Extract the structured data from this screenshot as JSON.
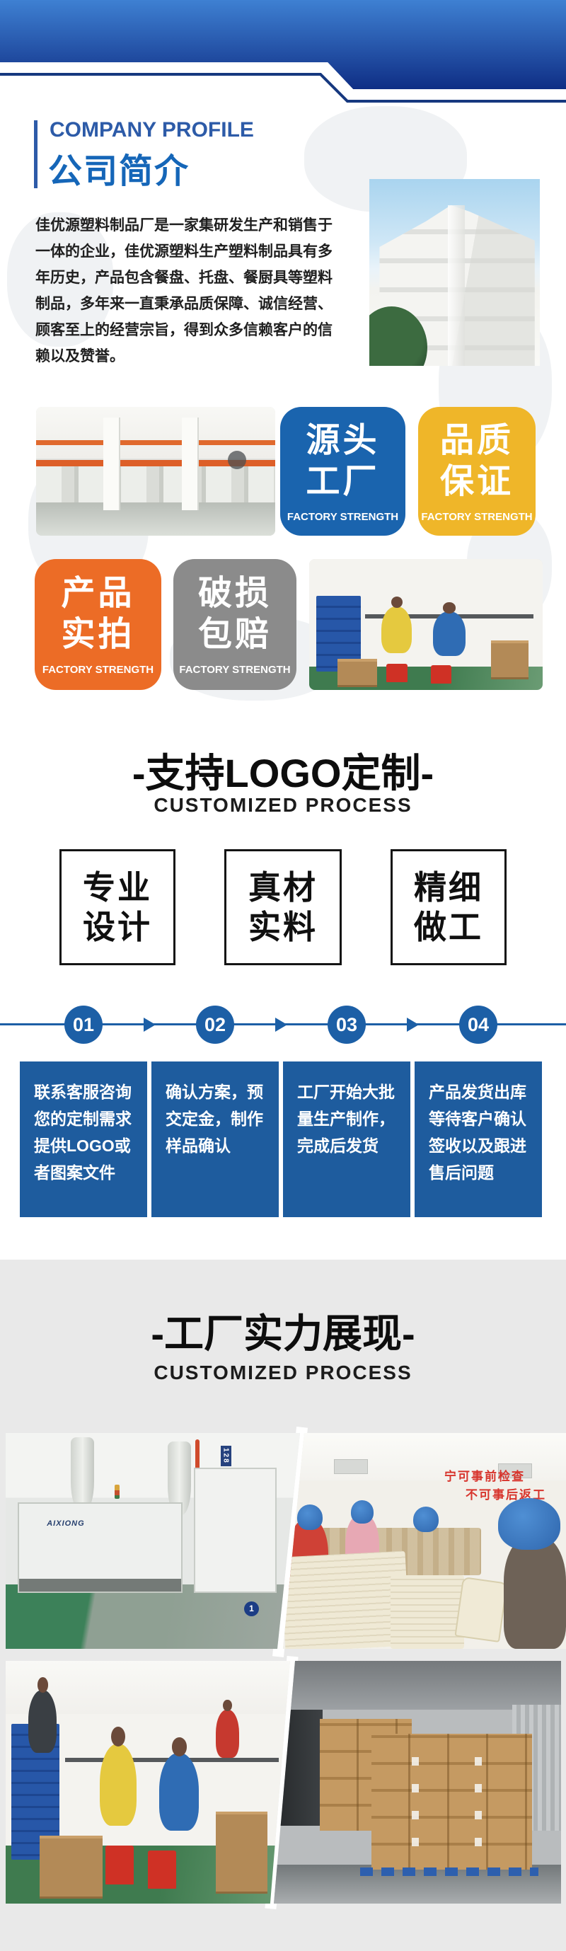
{
  "colors": {
    "banner_top": "#3e80d2",
    "banner_bottom": "#0f2e85",
    "banner_outline": "#16387f",
    "accent_blue": "#1c5fa6",
    "badge_blue": "#1a64ae",
    "badge_yellow": "#efb629",
    "badge_orange": "#ec6c26",
    "badge_gray": "#8b8b8b",
    "title_blue": "#1566b8",
    "section_gray": "#e9e9e9"
  },
  "company": {
    "label_en": "COMPANY PROFILE",
    "title": "公司简介",
    "description": "佳优源塑料制品厂是一家集研发生产和销售于一体的企业，佳优源塑料生产塑料制品具有多年历史，产品包含餐盘、托盘、餐厨具等塑料制品，多年来一直秉承品质保障、诚信经营、顾客至上的经营宗旨，得到众多信赖客户的信赖以及赞誉。"
  },
  "strength_badges": [
    {
      "line1": "源头",
      "line2": "工厂",
      "subtitle": "FACTORY STRENGTH"
    },
    {
      "line1": "品质",
      "line2": "保证",
      "subtitle": "FACTORY STRENGTH"
    },
    {
      "line1": "产品",
      "line2": "实拍",
      "subtitle": "FACTORY STRENGTH"
    },
    {
      "line1": "破损",
      "line2": "包赔",
      "subtitle": "FACTORY STRENGTH"
    }
  ],
  "customization": {
    "title": "-支持LOGO定制-",
    "subtitle": "CUSTOMIZED PROCESS",
    "features": [
      {
        "line1": "专业",
        "line2": "设计"
      },
      {
        "line1": "真材",
        "line2": "实料"
      },
      {
        "line1": "精细",
        "line2": "做工"
      }
    ],
    "steps": [
      {
        "num": "01",
        "text": "联系客服咨询\n您的定制需求\n提供LOGO或\n者图案文件"
      },
      {
        "num": "02",
        "text": "确认方案，预\n交定金，制作\n样品确认"
      },
      {
        "num": "03",
        "text": "工厂开始大批\n量生产制作，\n完成后发货"
      },
      {
        "num": "04",
        "text": "产品发货出库\n等待客户确认\n签收以及跟进\n售后问题"
      }
    ]
  },
  "factory_show": {
    "title": "-工厂实力展现-",
    "subtitle": "CUSTOMIZED PROCESS",
    "machine_brand": "AIXIONG",
    "machine_no": "128",
    "machine_station": "1",
    "wall_slogan_line1": "宁可事前检查",
    "wall_slogan_line2": "不可事后返工"
  }
}
